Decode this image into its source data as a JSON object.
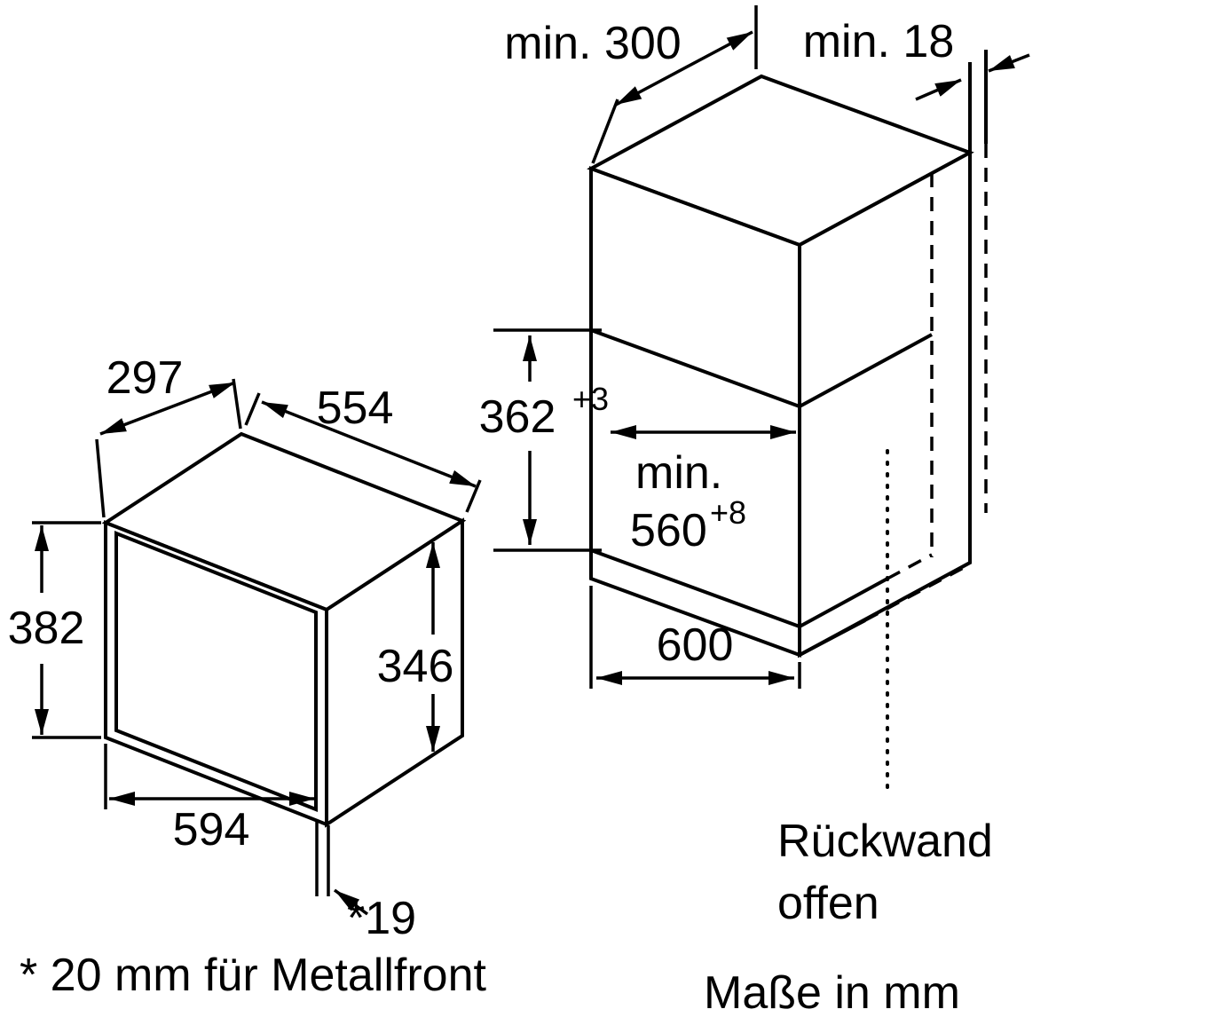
{
  "colors": {
    "ink": "#000000",
    "background": "#ffffff"
  },
  "microwave_view": {
    "depth_top": "297",
    "width_top": "554",
    "front_height": "382",
    "body_height": "346",
    "front_width": "594",
    "door_depth": "*19"
  },
  "niche_view": {
    "top_depth": "min. 300",
    "rear_wall_gap": "min. 18",
    "niche_height": "362",
    "niche_height_tolerance": "+3",
    "niche_width_prefix": "min.",
    "niche_width": "560",
    "niche_width_tolerance": "+8",
    "cabinet_width": "600",
    "back_note_line1": "Rückwand",
    "back_note_line2": "offen"
  },
  "footnotes": {
    "metal_front": "* 20 mm für Metallfront",
    "units": "Maße in mm"
  }
}
